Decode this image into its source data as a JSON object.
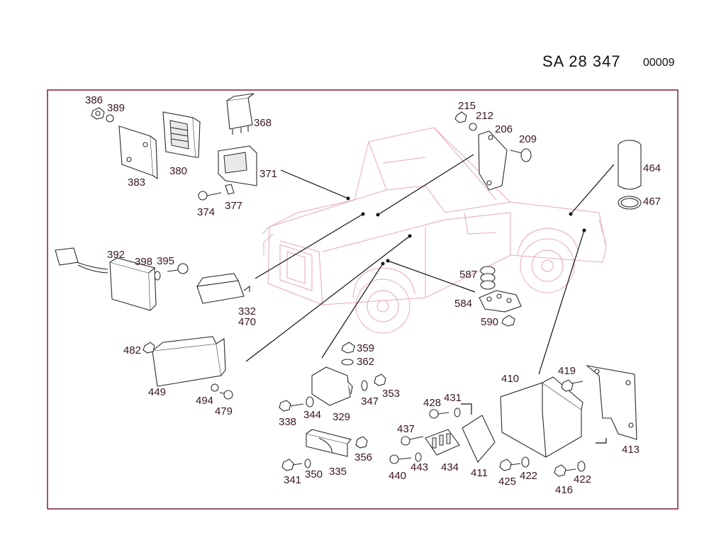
{
  "header": {
    "doc_code": "SA 28 347",
    "sheet": "00009"
  },
  "colors": {
    "frame": "#7a1f3a",
    "vehicle_outline": "#e7a9b5",
    "labels": "#3a1620"
  },
  "parts": [
    {
      "key": "p386",
      "label": "386"
    },
    {
      "key": "p389",
      "label": "389"
    },
    {
      "key": "p368",
      "label": "368"
    },
    {
      "key": "p380",
      "label": "380"
    },
    {
      "key": "p383",
      "label": "383"
    },
    {
      "key": "p371",
      "label": "371"
    },
    {
      "key": "p374",
      "label": "374"
    },
    {
      "key": "p377",
      "label": "377"
    },
    {
      "key": "p392",
      "label": "392"
    },
    {
      "key": "p398",
      "label": "398"
    },
    {
      "key": "p395",
      "label": "395"
    },
    {
      "key": "p332",
      "label": "332"
    },
    {
      "key": "p470",
      "label": "470"
    },
    {
      "key": "p482",
      "label": "482"
    },
    {
      "key": "p449",
      "label": "449"
    },
    {
      "key": "p494",
      "label": "494"
    },
    {
      "key": "p479",
      "label": "479"
    },
    {
      "key": "p215",
      "label": "215"
    },
    {
      "key": "p212",
      "label": "212"
    },
    {
      "key": "p206",
      "label": "206"
    },
    {
      "key": "p209",
      "label": "209"
    },
    {
      "key": "p464",
      "label": "464"
    },
    {
      "key": "p467",
      "label": "467"
    },
    {
      "key": "p587",
      "label": "587"
    },
    {
      "key": "p584",
      "label": "584"
    },
    {
      "key": "p590",
      "label": "590"
    },
    {
      "key": "p359",
      "label": "359"
    },
    {
      "key": "p362",
      "label": "362"
    },
    {
      "key": "p353",
      "label": "353"
    },
    {
      "key": "p347",
      "label": "347"
    },
    {
      "key": "p329",
      "label": "329"
    },
    {
      "key": "p344",
      "label": "344"
    },
    {
      "key": "p338",
      "label": "338"
    },
    {
      "key": "p356",
      "label": "356"
    },
    {
      "key": "p335",
      "label": "335"
    },
    {
      "key": "p350",
      "label": "350"
    },
    {
      "key": "p341",
      "label": "341"
    },
    {
      "key": "p428",
      "label": "428"
    },
    {
      "key": "p431",
      "label": "431"
    },
    {
      "key": "p437",
      "label": "437"
    },
    {
      "key": "p443",
      "label": "443"
    },
    {
      "key": "p434",
      "label": "434"
    },
    {
      "key": "p440",
      "label": "440"
    },
    {
      "key": "p411",
      "label": "411"
    },
    {
      "key": "p410",
      "label": "410"
    },
    {
      "key": "p419",
      "label": "419"
    },
    {
      "key": "p413",
      "label": "413"
    },
    {
      "key": "p425",
      "label": "425"
    },
    {
      "key": "p422a",
      "label": "422"
    },
    {
      "key": "p416",
      "label": "416"
    },
    {
      "key": "p422b",
      "label": "422"
    }
  ]
}
